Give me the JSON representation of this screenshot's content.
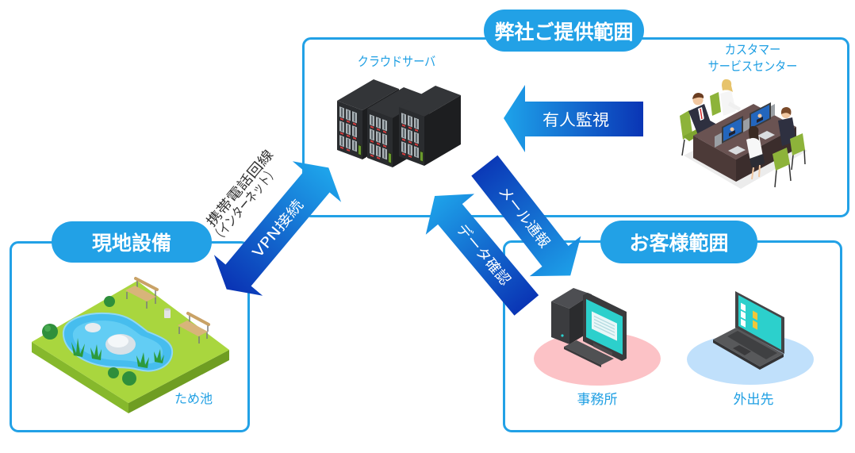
{
  "diagram": {
    "regions": {
      "provider": {
        "label": "弊社ご提供範囲"
      },
      "site": {
        "label": "現地設備"
      },
      "customer": {
        "label": "お客様範囲"
      }
    },
    "nodes": {
      "cloud_server": {
        "label": "クラウドサーバ",
        "icon": "server-rack-icon"
      },
      "customer_service_center": {
        "label_line1": "カスタマー",
        "label_line2": "サービスセンター",
        "icon": "call-center-icon"
      },
      "pond": {
        "label": "ため池",
        "icon": "pond-icon"
      },
      "office": {
        "label": "事務所",
        "icon": "desktop-computer-icon"
      },
      "outside": {
        "label": "外出先",
        "icon": "laptop-icon"
      }
    },
    "connections": {
      "vpn": {
        "label": "VPN接続",
        "note_line1": "携帯電話回線",
        "note_line2": "（インターネット）",
        "from": "pond",
        "to": "cloud_server",
        "bidirectional": true
      },
      "monitoring": {
        "label": "有人監視",
        "from": "customer_service_center",
        "to": "cloud_server"
      },
      "mail_alert": {
        "label": "メール通報",
        "from": "cloud_server",
        "to": "customer"
      },
      "data_check": {
        "label": "データ確認",
        "from": "customer",
        "to": "cloud_server"
      }
    }
  },
  "colors": {
    "accent": "#22a1e6",
    "label_text": "#1f9fe3",
    "arrow_dark": "#0a35b5",
    "arrow_light": "#1ea3ea",
    "note_text": "#333333",
    "office_highlight": "#fcc2c6",
    "outside_highlight": "#c0e0fb"
  }
}
